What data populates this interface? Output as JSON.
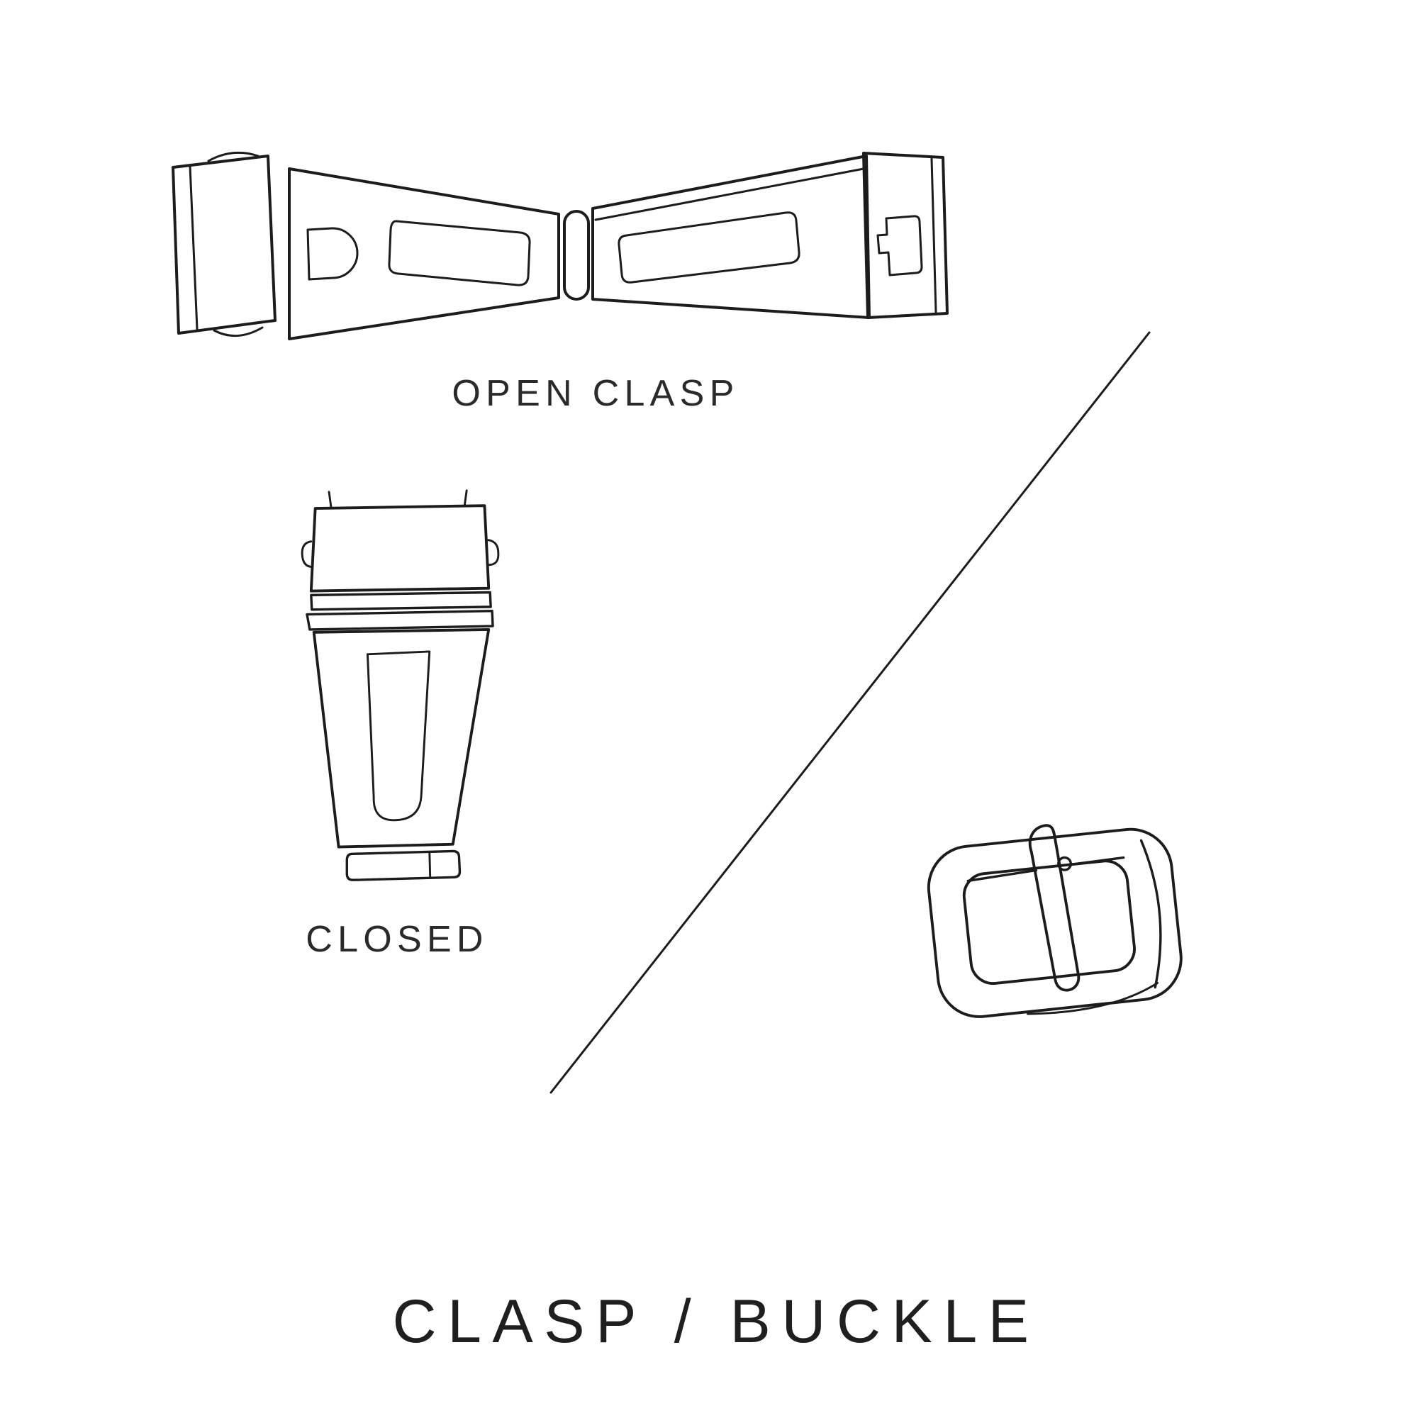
{
  "page": {
    "title": "CLASP / BUCKLE",
    "background_color": "#ffffff",
    "line_color": "#1c1c1c",
    "text_color": "#2a2a2a"
  },
  "figures": {
    "open_clasp": {
      "label": "OPEN CLASP",
      "icon": "open-clasp-icon"
    },
    "closed_clasp": {
      "label": "CLOSED",
      "icon": "closed-clasp-icon"
    },
    "pin_buckle": {
      "icon": "pin-buckle-icon"
    },
    "divider": {
      "icon": "diagonal-line-divider"
    }
  }
}
